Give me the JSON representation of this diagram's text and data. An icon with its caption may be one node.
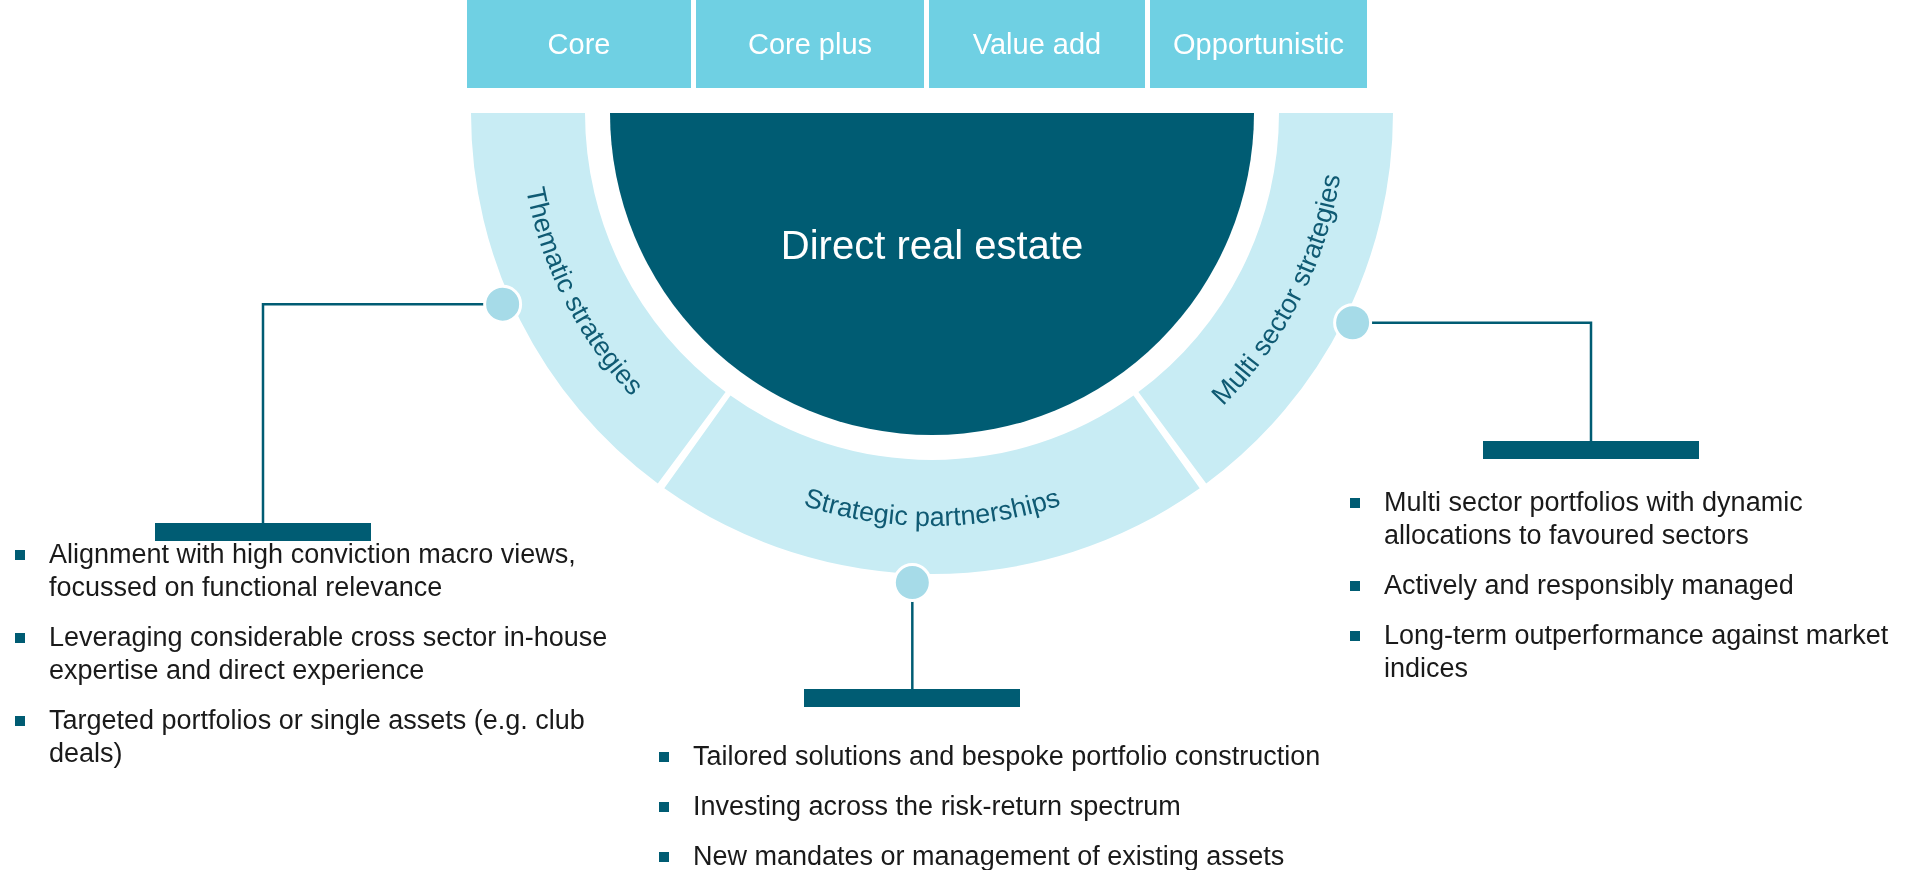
{
  "diagram": {
    "nodes": [
      {
        "text": [
          "Core"
        ]
      },
      {
        "text": [
          "Core plus"
        ]
      },
      {
        "text": [
          "Value add"
        ]
      },
      {
        "text": [
          "Opportunistic"
        ]
      },
      {
        "text": [
          "Direct real estate"
        ]
      },
      {
        "text": [
          "Thematic strategies"
        ]
      },
      {
        "text": [
          "Strategic partnerships"
        ]
      },
      {
        "text": [
          "Multi sector strategies"
        ]
      },
      {
        "text": [],
        "shape": "bar"
      },
      {
        "text": [],
        "shape": "bar"
      },
      {
        "text": [],
        "shape": "bar"
      }
    ],
    "edges": [
      {
        "from": 5,
        "to": 8,
        "arrow": "other"
      },
      {
        "from": 6,
        "to": 9,
        "arrow": "other"
      },
      {
        "from": 7,
        "to": 10,
        "arrow": "other"
      }
    ],
    "labels": [
      "Alignment with high conviction macro views, focussed on functional relevance",
      "Leveraging considerable cross sector in-house expertise and direct experience",
      "Targeted portfolios or single assets (e.g. club deals)",
      "Tailored solutions and bespoke portfolio construction",
      "Investing across the risk-return spectrum",
      "New mandates or management of existing assets",
      "Multi sector portfolios with dynamic allocations to favoured sectors",
      "Actively and responsibly managed",
      "Long-term outperformance against market indices"
    ]
  }
}
